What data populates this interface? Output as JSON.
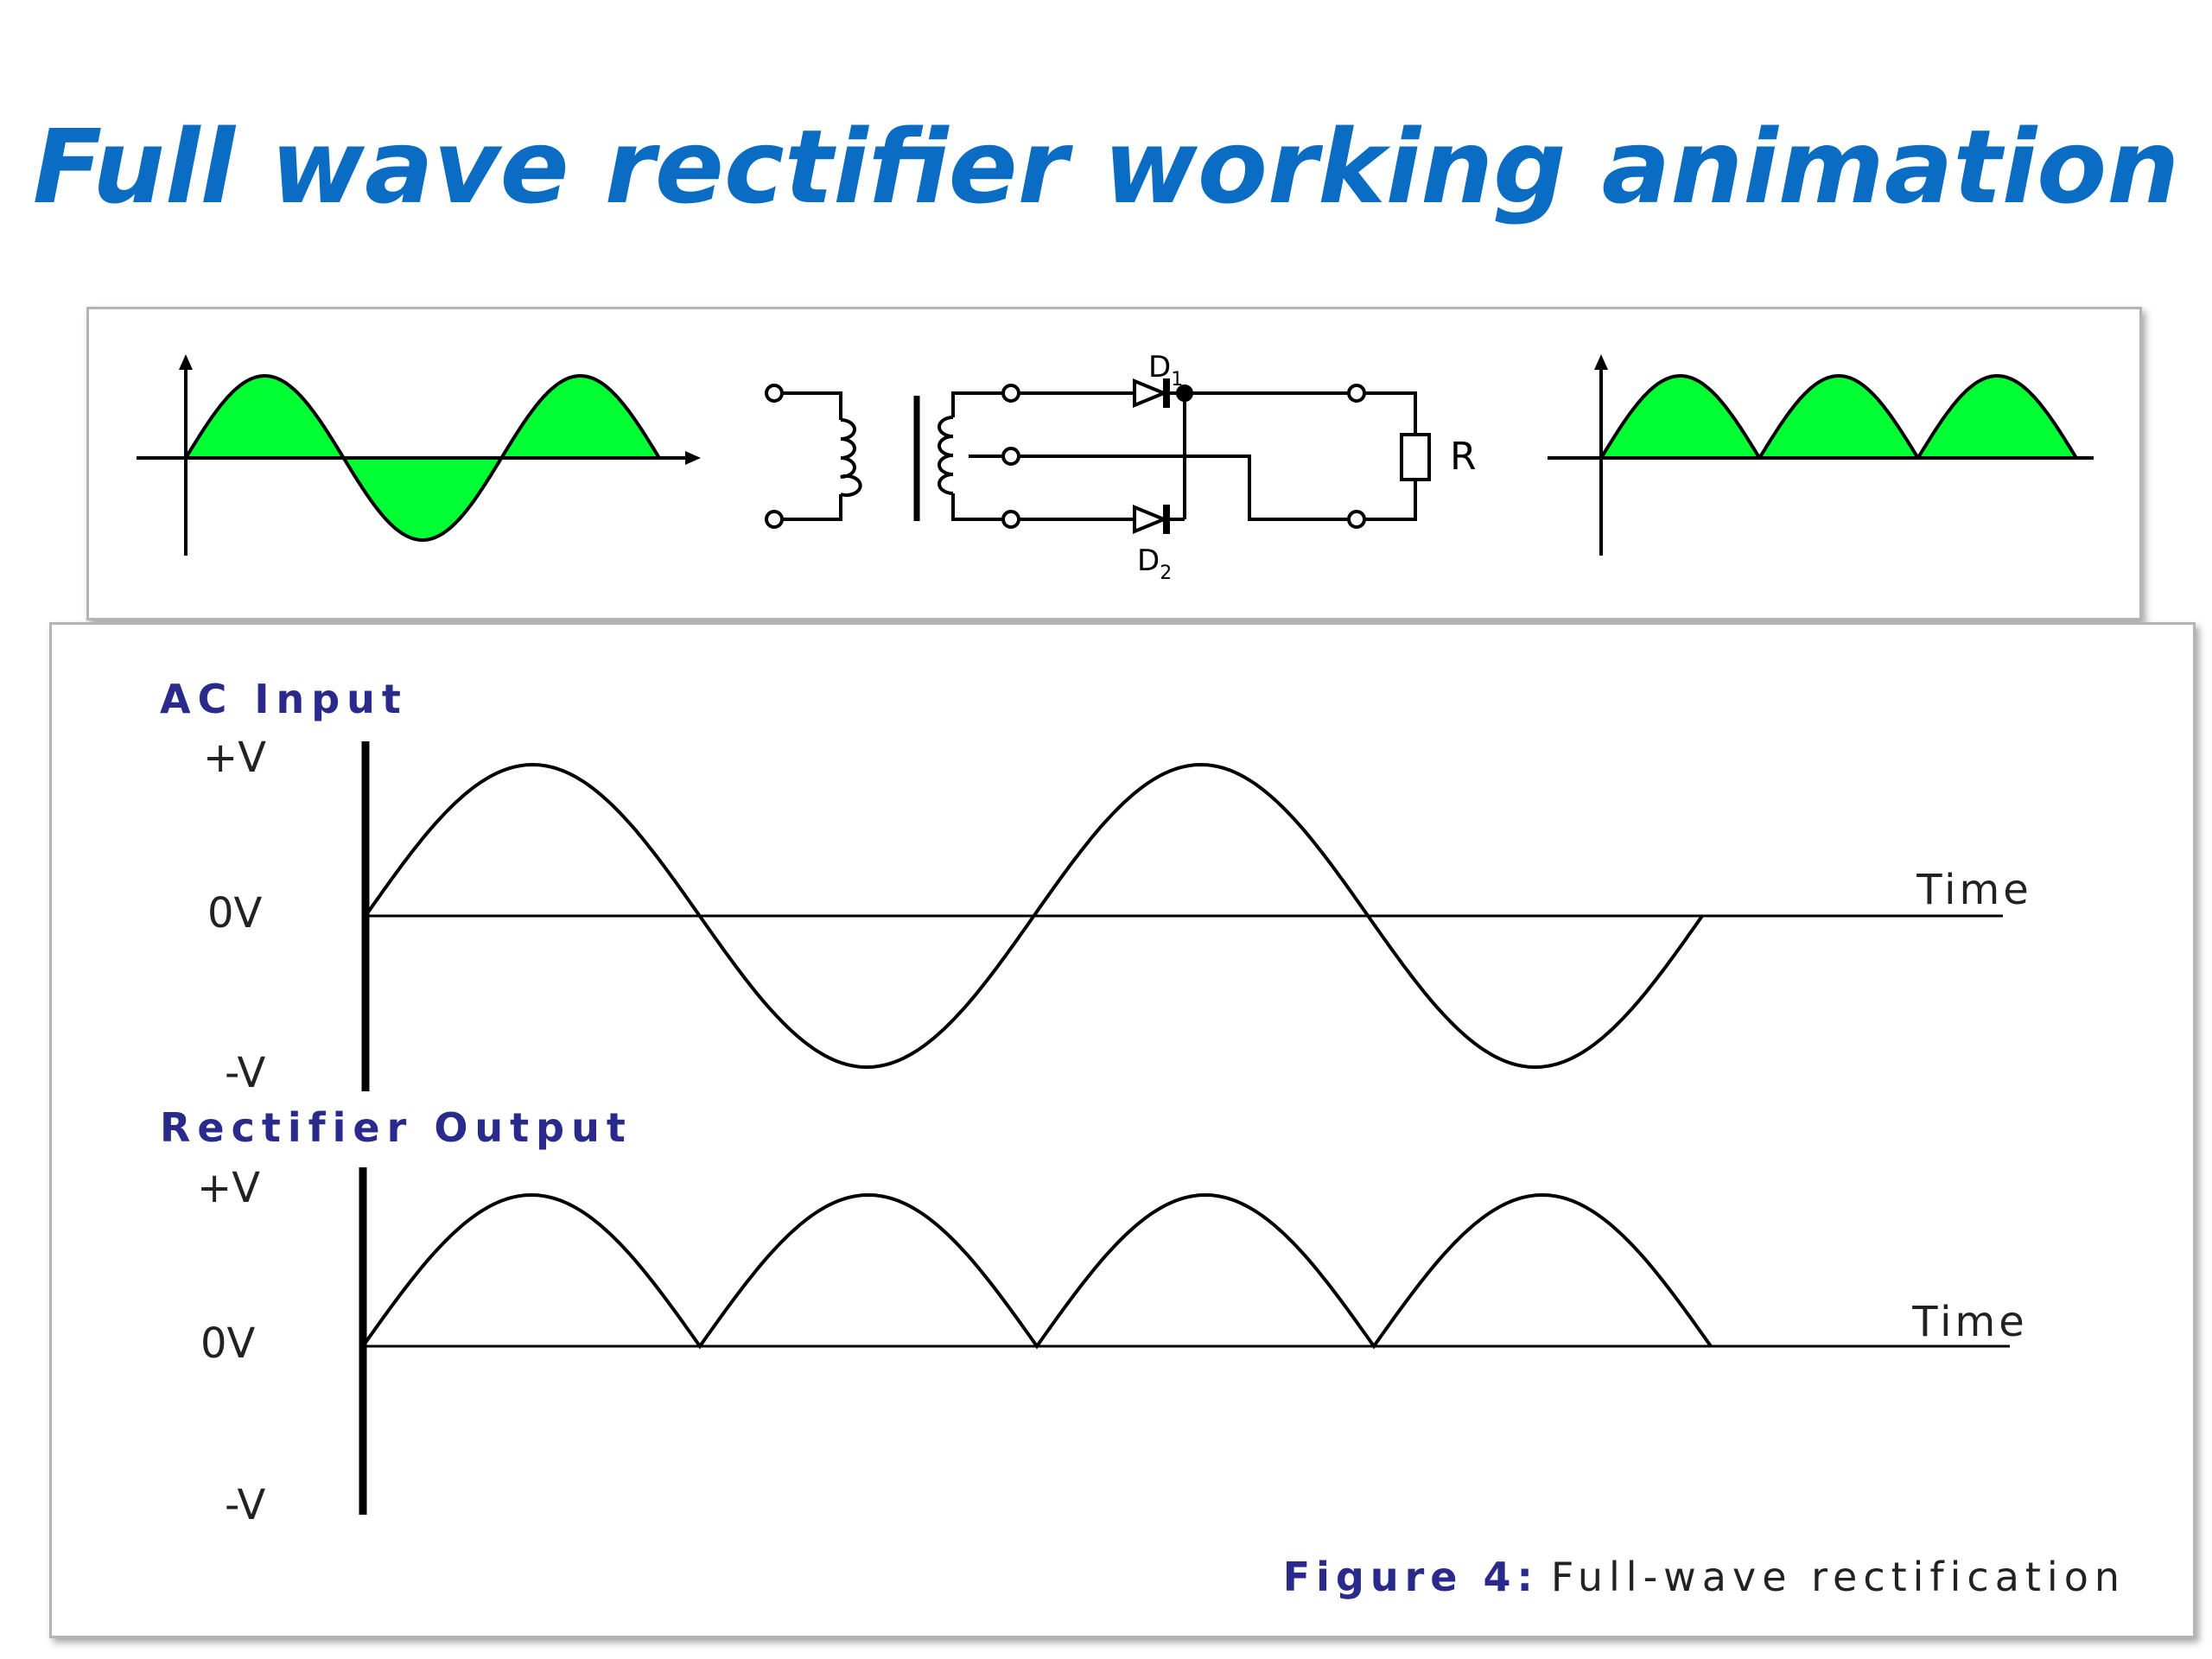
{
  "title": "Full wave rectifier working animation",
  "circuit": {
    "diode_top_label": "D",
    "diode_top_sub": "1",
    "diode_bottom_label": "D",
    "diode_bottom_sub": "2",
    "resistor_label": "R"
  },
  "waveform_fill_color": "#00ff33",
  "title_color": "#0a6cc2",
  "label_color": "#2a2a8c",
  "figure": {
    "ac_title": "AC Input",
    "rect_title": "Rectifier Output",
    "pos_label": "+V",
    "zero_label": "0V",
    "neg_label": "-V",
    "time_label": "Time",
    "caption_prefix": "Figure 4:",
    "caption_text": "Full-wave rectification"
  }
}
